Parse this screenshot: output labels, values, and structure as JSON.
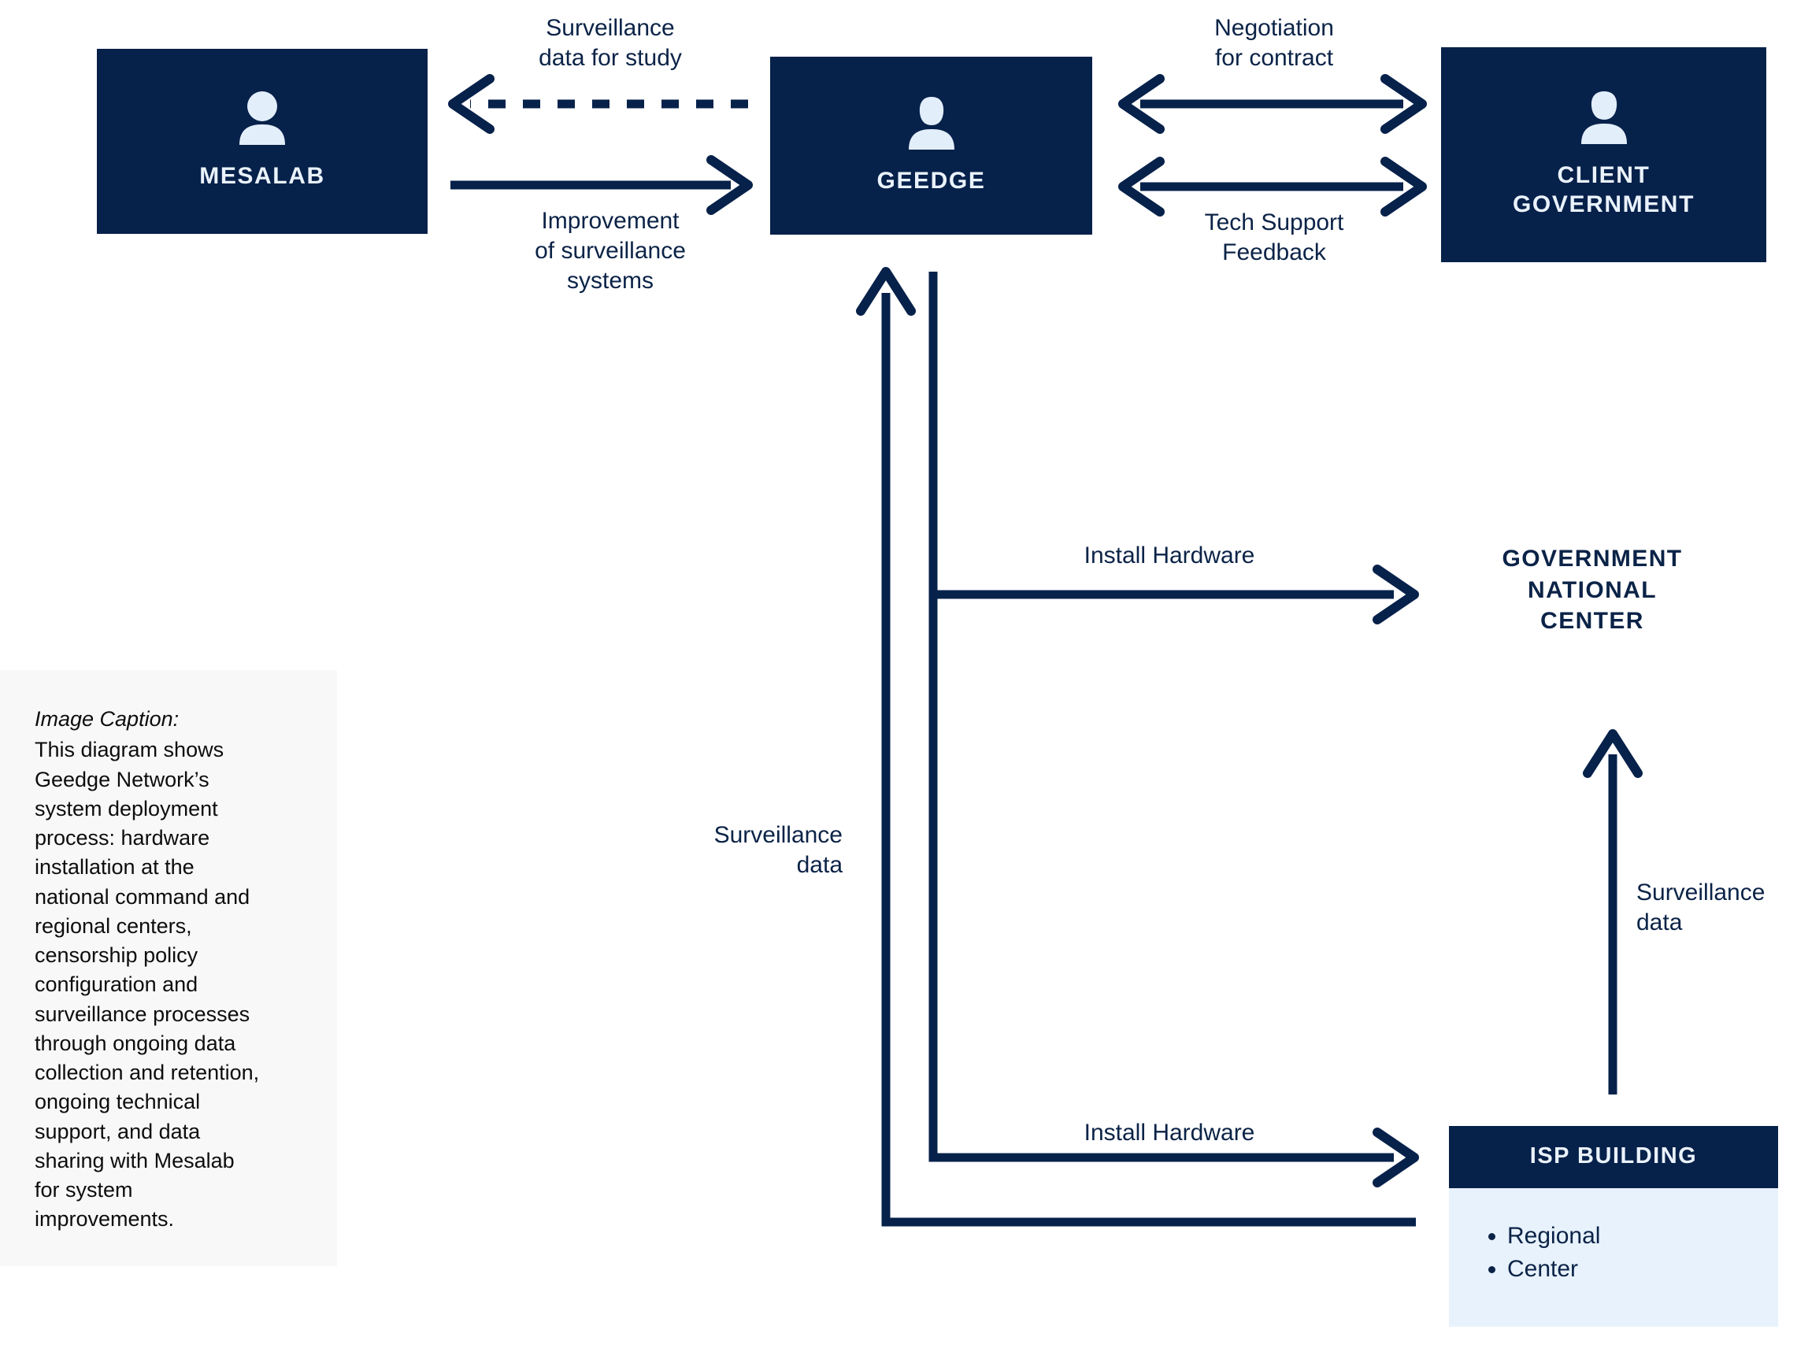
{
  "diagram": {
    "accent_dark": "#06214a",
    "accent_light": "#e8f2fc",
    "text_dark": "#0b2347",
    "caption_bg": "#f8f8f8",
    "nodes": {
      "mesalab": {
        "label": "MESALAB",
        "icon": "person-icon"
      },
      "geedge": {
        "label": "GEEDGE",
        "icon": "person-icon"
      },
      "client_government": {
        "label": "CLIENT\nGOVERNMENT",
        "icon": "person-icon"
      },
      "government_national_center": {
        "label": "GOVERNMENT\nNATIONAL\nCENTER"
      },
      "isp_building": {
        "title": "ISP BUILDING",
        "items": [
          "Regional",
          "Center"
        ]
      }
    },
    "edges": {
      "surveillance_data_for_study": "Surveillance\ndata for study",
      "improvement_of_surveillance_systems": "Improvement\nof surveillance\nsystems",
      "negotiation_for_contract": "Negotiation\nfor contract",
      "tech_support_feedback": "Tech Support\nFeedback",
      "install_hardware_national": "Install Hardware",
      "install_hardware_isp": "Install Hardware",
      "surveillance_data_geedge": "Surveillance\ndata",
      "surveillance_data_national": "Surveillance\ndata"
    }
  },
  "caption": {
    "title": "Image Caption:",
    "body": "This diagram shows\nGeedge Network’s\n system deployment\nprocess: hardware\ninstallation at the\nnational command and\nregional centers,\ncensorship policy\nconfiguration and\nsurveillance processes\nthrough ongoing data\ncollection and retention,\nongoing technical\nsupport, and data\nsharing with Mesalab\nfor system\nimprovements."
  }
}
